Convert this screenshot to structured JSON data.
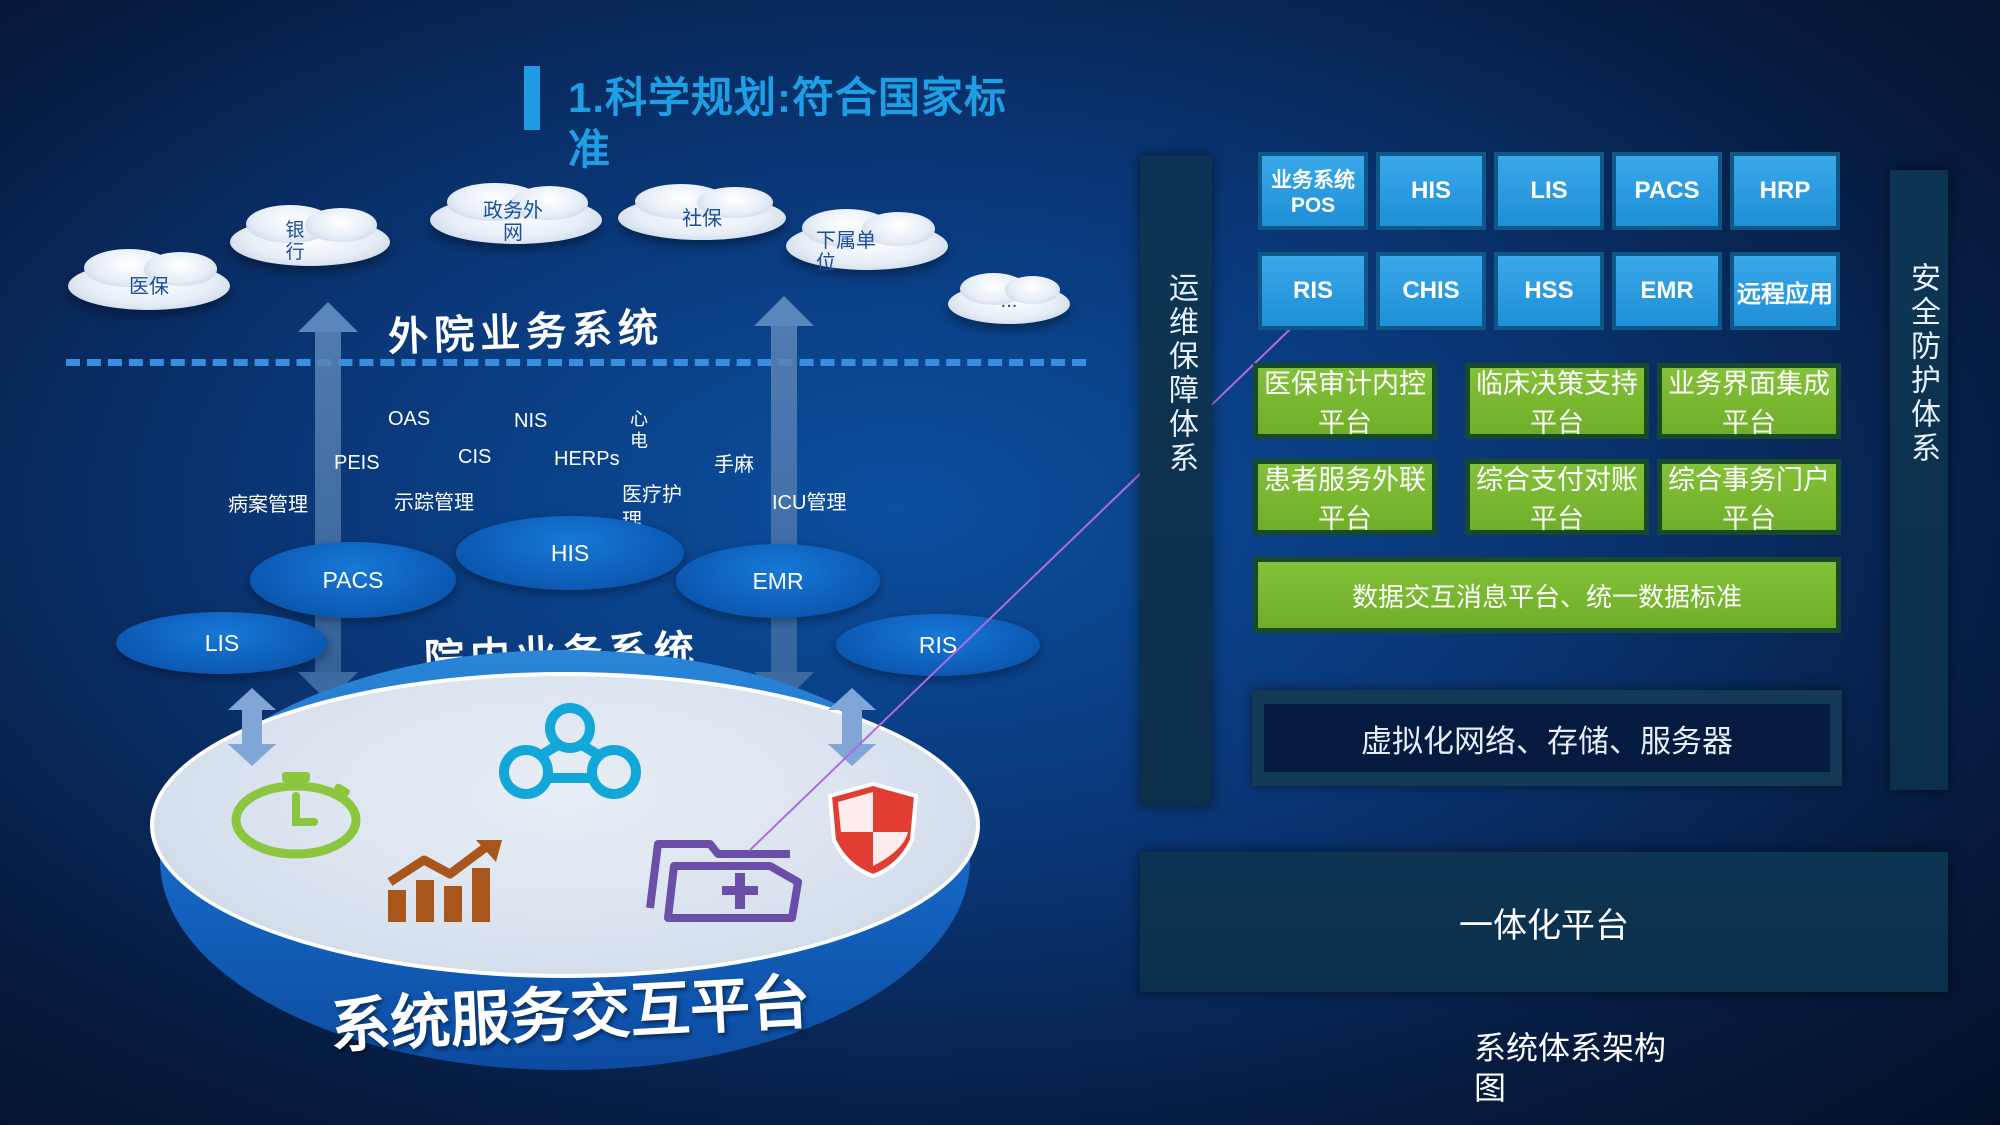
{
  "title": "1.科学规划:符合国家标准",
  "clouds": [
    {
      "label": "医保"
    },
    {
      "label": "银行"
    },
    {
      "label": "政务外网"
    },
    {
      "label": "社保"
    },
    {
      "label": "下属单位"
    },
    {
      "label": "..."
    }
  ],
  "outer_title": "外院业务系统",
  "inner_title": "院内业务系统",
  "systems": [
    "OAS",
    "NIS",
    "心电",
    "PEIS",
    "CIS",
    "HERPs",
    "手麻",
    "病案管理",
    "示踪管理",
    "医疗护理",
    "ICU管理"
  ],
  "core_systems": {
    "pacs": "PACS",
    "his": "HIS",
    "emr": "EMR",
    "lis": "LIS",
    "ris": "RIS"
  },
  "platform": "系统服务交互平台",
  "architecture": {
    "ops_label": "运维保障体系",
    "security_label": "安全防护体系",
    "row1": [
      "业务系统POS",
      "HIS",
      "LIS",
      "PACS",
      "HRP"
    ],
    "row2": [
      "RIS",
      "CHIS",
      "HSS",
      "EMR",
      "远程应用"
    ],
    "green_row1": [
      "医保审计内控平台",
      "临床决策支持平台",
      "业务界面集成平台"
    ],
    "green_row2": [
      "患者服务外联平台",
      "综合支付对账平台",
      "综合事务门户平台"
    ],
    "data_bar": "数据交互消息平台、统一数据标准",
    "infra": "虚拟化网络、存储、服务器",
    "integrated": "一体化平台"
  },
  "caption": "系统体系架构图",
  "colors": {
    "accent_blue": "#1d9fe6",
    "box_blue": "#2b9ce0",
    "box_green": "#76b52e",
    "panel_dark": "#0d3553"
  }
}
